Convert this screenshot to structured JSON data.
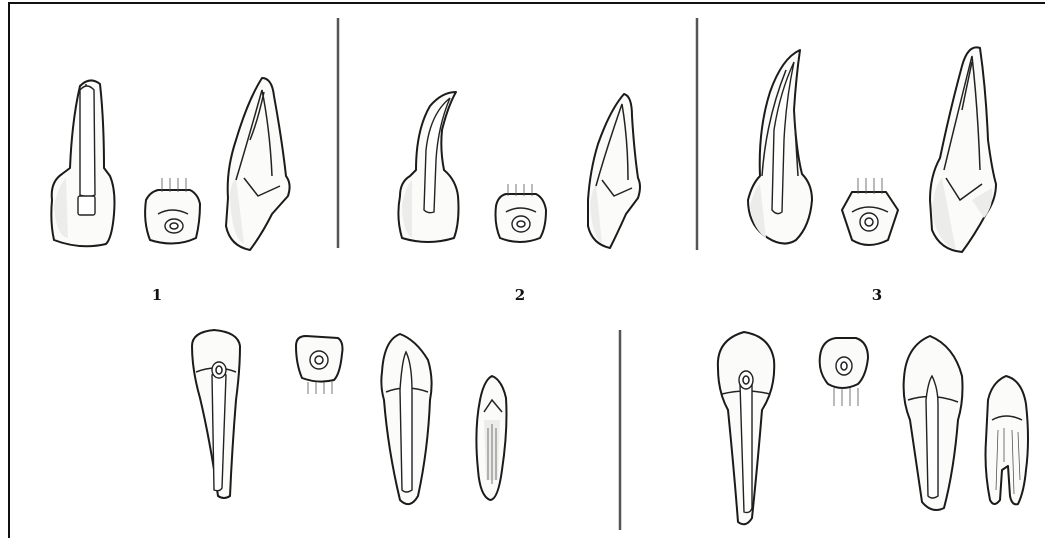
{
  "figure_labels": [
    "1",
    "2",
    "3"
  ]
}
